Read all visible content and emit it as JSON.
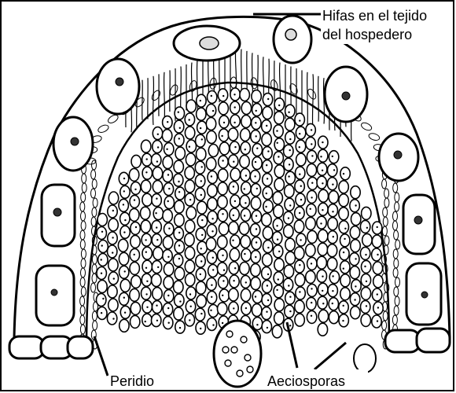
{
  "figure": {
    "labels": {
      "hyphae_line1": "Hifas en el tejido",
      "hyphae_line2": "del hospedero",
      "peridium": "Peridio",
      "aeciospores": "Aeciosporas"
    },
    "colors": {
      "ink": "#000000",
      "paper": "#ffffff",
      "cell_fill": "#f2f2f2",
      "nucleus": "#111111"
    }
  }
}
